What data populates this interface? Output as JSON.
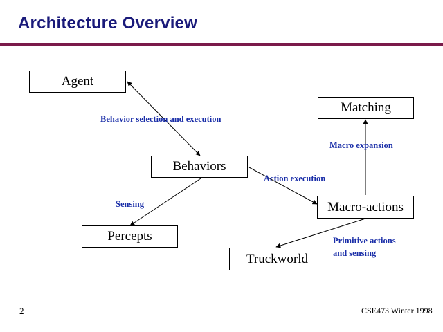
{
  "slide": {
    "title": "Architecture Overview",
    "page_number": "2",
    "course": "CSE473 Winter 1998"
  },
  "nodes": {
    "agent": "Agent",
    "matching": "Matching",
    "behaviors": "Behaviors",
    "macro_actions": "Macro-actions",
    "percepts": "Percepts",
    "truckworld": "Truckworld"
  },
  "edges": {
    "behavior_selection": "Behavior selection and execution",
    "macro_expansion": "Macro expansion",
    "action_execution": "Action execution",
    "sensing": "Sensing",
    "primitive_line1": "Primitive actions",
    "primitive_line2": "and sensing"
  },
  "colors": {
    "title": "#1a1a7a",
    "rule": "#7a1a4a",
    "edge_label": "#1a2ea8"
  }
}
